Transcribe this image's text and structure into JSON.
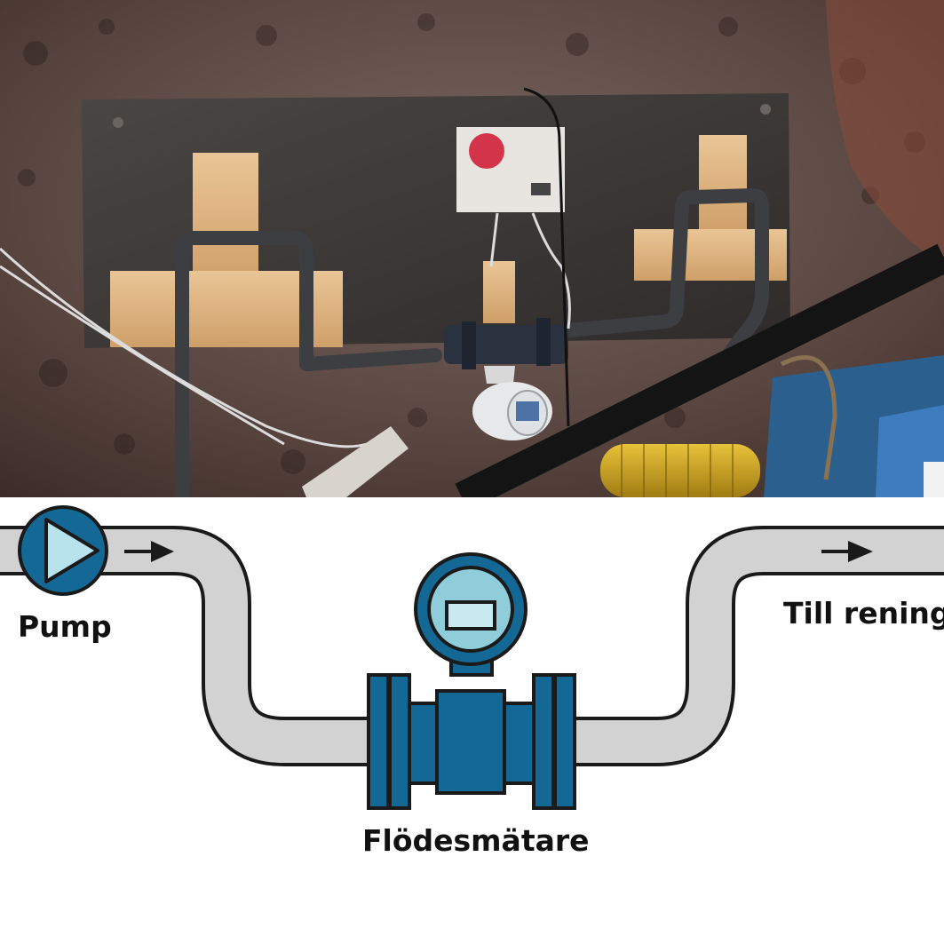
{
  "labels": {
    "pump": "Pump",
    "outlet": "Till rening",
    "meter": "Flödesmätare"
  },
  "colors": {
    "pipe_fill": "#d2d2d2",
    "pipe_outline": "#1a1a1a",
    "meter_blue": "#136896",
    "meter_light": "#8fcddb",
    "pump_light": "#b8e2ec",
    "arrow": "#1a1a1a"
  },
  "photo": {
    "description_icons": [
      "rock-wall",
      "steel-plate",
      "wooden-blocks",
      "pipe-loop",
      "data-logger",
      "flow-meter",
      "black-pipe",
      "yellow-hose",
      "blue-box"
    ]
  }
}
